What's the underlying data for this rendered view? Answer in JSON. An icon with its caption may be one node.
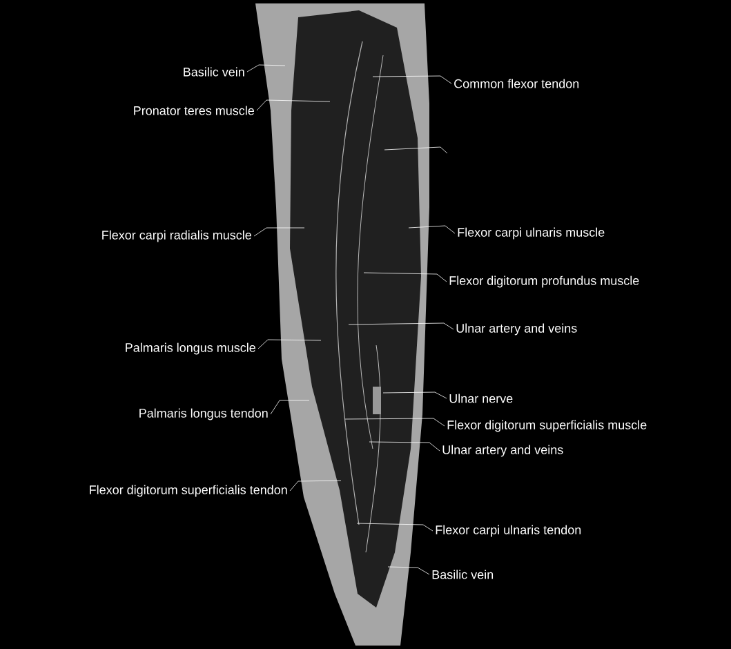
{
  "diagram": {
    "nodes": [
      {
        "text": [
          "Basilic vein"
        ]
      },
      {
        "text": [
          "Pronator teres muscle"
        ]
      },
      {
        "text": [
          "Common flexor tendon"
        ]
      },
      {
        "text": [
          "Flexor carpi radialis muscle"
        ]
      },
      {
        "text": [
          "Flexor carpi ulnaris muscle"
        ]
      },
      {
        "text": [
          "Flexor digitorum profundus muscle"
        ]
      },
      {
        "text": [
          "Ulnar artery and veins"
        ]
      },
      {
        "text": [
          "Palmaris longus muscle"
        ]
      },
      {
        "text": [
          "Ulnar nerve"
        ]
      },
      {
        "text": [
          "Palmaris longus tendon"
        ]
      },
      {
        "text": [
          "Flexor digitorum superficialis muscle"
        ]
      },
      {
        "text": [
          "Ulnar artery and veins"
        ]
      },
      {
        "text": [
          "Flexor digitorum superficialis tendon"
        ]
      },
      {
        "text": [
          "Flexor carpi ulnaris tendon"
        ]
      },
      {
        "text": [
          "Basilic vein"
        ]
      }
    ],
    "edges": [
      {
        "from": 0,
        "to": null,
        "arrow": "none"
      },
      {
        "from": 1,
        "to": null,
        "arrow": "none"
      },
      {
        "from": 2,
        "to": null,
        "arrow": "none"
      },
      {
        "from": 3,
        "to": null,
        "arrow": "none"
      },
      {
        "from": 4,
        "to": null,
        "arrow": "none"
      },
      {
        "from": 5,
        "to": null,
        "arrow": "none"
      },
      {
        "from": 6,
        "to": null,
        "arrow": "none"
      },
      {
        "from": 7,
        "to": null,
        "arrow": "none"
      },
      {
        "from": 8,
        "to": null,
        "arrow": "none"
      },
      {
        "from": 9,
        "to": null,
        "arrow": "none"
      },
      {
        "from": 10,
        "to": null,
        "arrow": "none"
      },
      {
        "from": 11,
        "to": null,
        "arrow": "none"
      },
      {
        "from": 12,
        "to": null,
        "arrow": "none"
      },
      {
        "from": 13,
        "to": null,
        "arrow": "none"
      },
      {
        "from": 14,
        "to": null,
        "arrow": "none"
      }
    ]
  }
}
